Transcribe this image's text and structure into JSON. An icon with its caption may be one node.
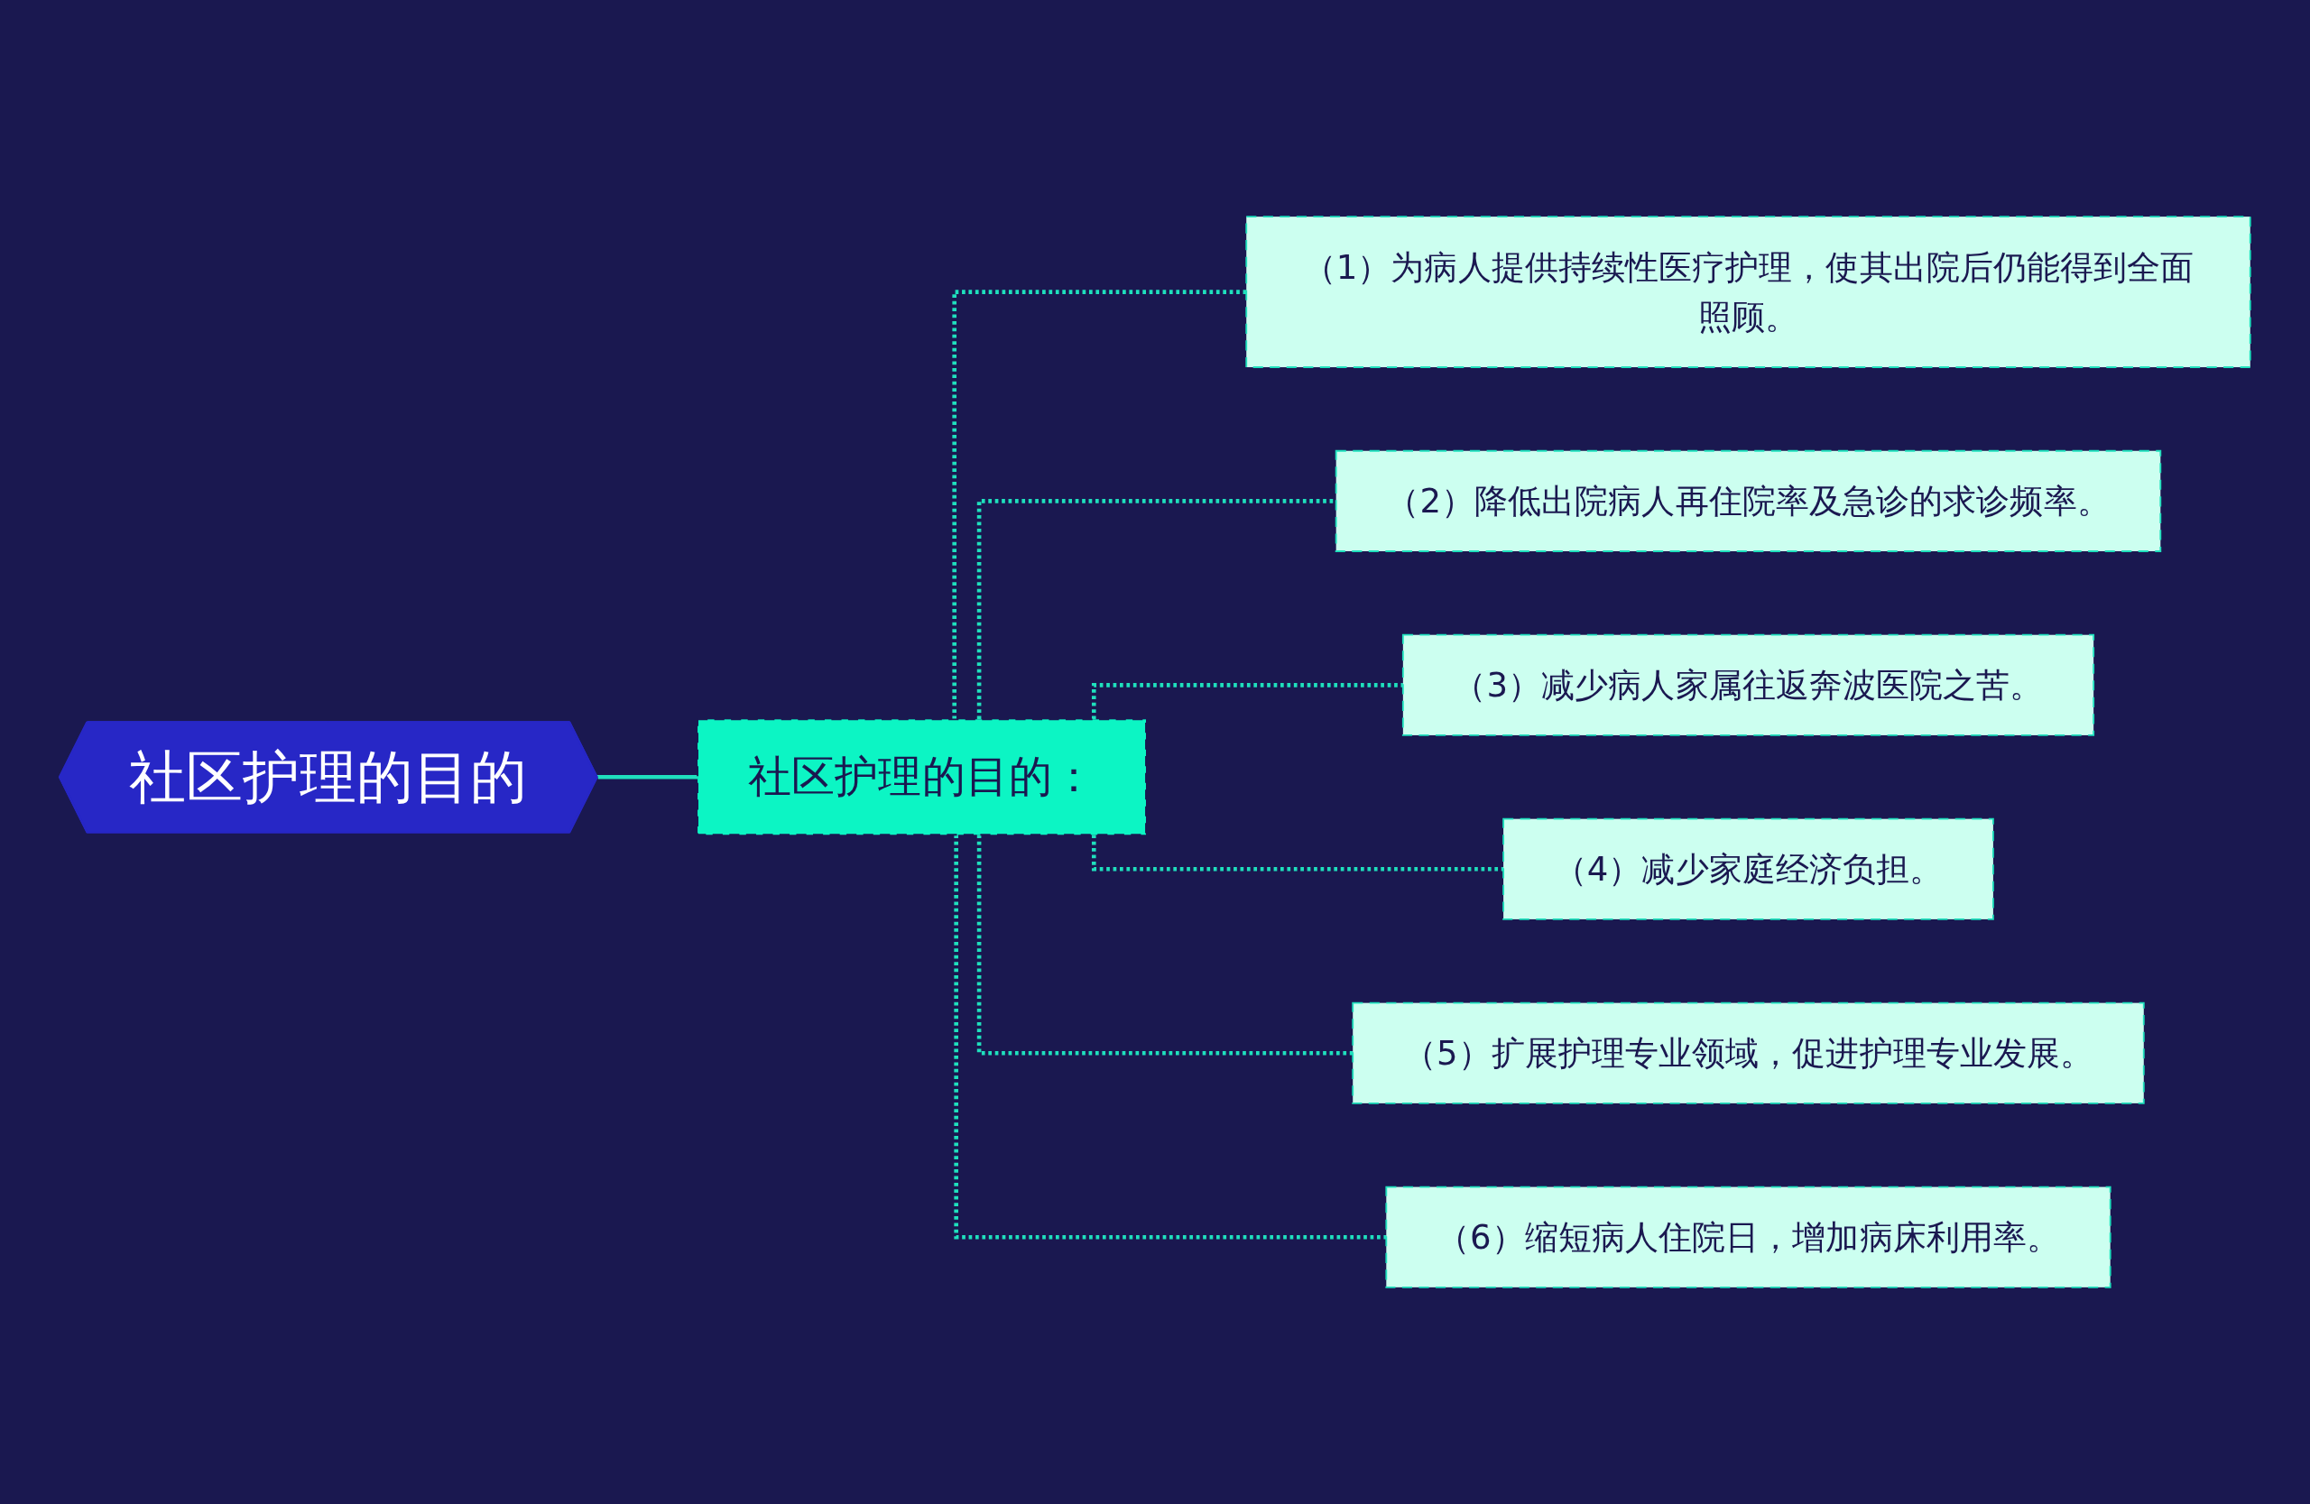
{
  "diagram": {
    "nodes": [
      {
        "text": [
          "社区护理的目的"
        ]
      },
      {
        "text": [
          "社区护理的目的："
        ]
      },
      {
        "text": [
          "（1）为病人提供持续性医疗护理，使其出院后仍能得到全面照顾。"
        ]
      },
      {
        "text": [
          "（2）降低出院病人再住院率及急诊的求诊频率。"
        ]
      },
      {
        "text": [
          "（3）减少病人家属往返奔波医院之苦。"
        ]
      },
      {
        "text": [
          "（4）减少家庭经济负担。"
        ]
      },
      {
        "text": [
          "（5）扩展护理专业领域，促进护理专业发展。"
        ]
      },
      {
        "text": [
          "（6）缩短病人住院日，增加病床利用率。"
        ]
      }
    ],
    "edges": [
      {
        "from": 0,
        "to": 1,
        "arrow": "none"
      },
      {
        "from": 1,
        "to": 2,
        "arrow": "none",
        "style": "dashed"
      },
      {
        "from": 1,
        "to": 3,
        "arrow": "none",
        "style": "dashed"
      },
      {
        "from": 1,
        "to": 4,
        "arrow": "none",
        "style": "dashed"
      },
      {
        "from": 1,
        "to": 5,
        "arrow": "none",
        "style": "dashed"
      },
      {
        "from": 1,
        "to": 6,
        "arrow": "none",
        "style": "dashed"
      },
      {
        "from": 1,
        "to": 7,
        "arrow": "none",
        "style": "dashed"
      }
    ]
  }
}
